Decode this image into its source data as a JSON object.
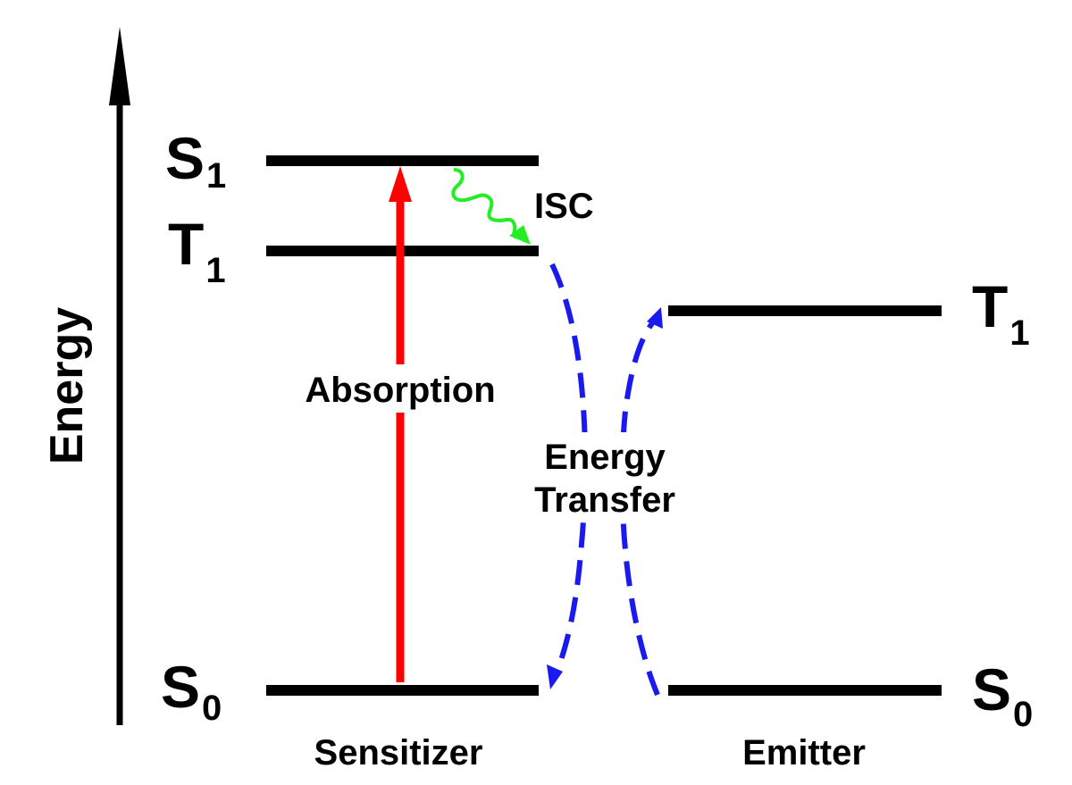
{
  "axis": {
    "label": "Energy"
  },
  "sensitizer": {
    "label": "Sensitizer",
    "s1": {
      "letter": "S",
      "sub": "1"
    },
    "t1": {
      "letter": "T",
      "sub": "1"
    },
    "s0": {
      "letter": "S",
      "sub": "0"
    }
  },
  "emitter": {
    "label": "Emitter",
    "t1": {
      "letter": "T",
      "sub": "1"
    },
    "s0": {
      "letter": "S",
      "sub": "0"
    }
  },
  "processes": {
    "absorption": "Absorption",
    "isc": "ISC",
    "energy_transfer_line1": "Energy",
    "energy_transfer_line2": "Transfer"
  },
  "colors": {
    "levels": "#000000",
    "absorption": "#ff0000",
    "isc": "#22ee22",
    "energy_transfer": "#1a1aee"
  }
}
